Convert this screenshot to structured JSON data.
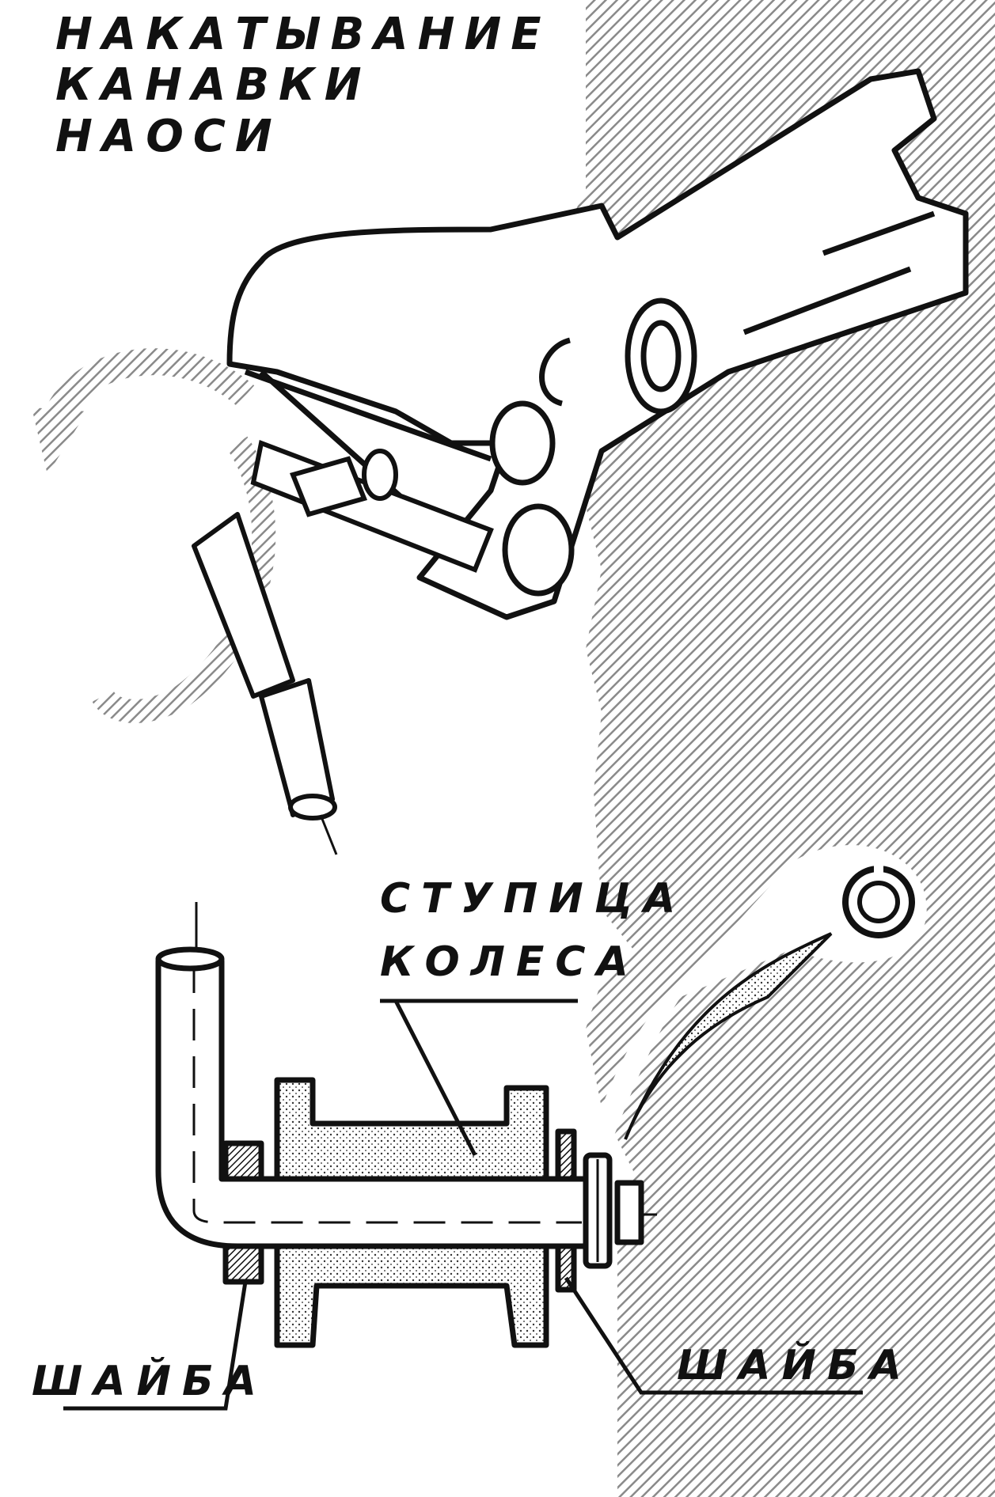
{
  "title": {
    "lines": [
      "НАКАТЫВАНИЕ",
      "КАНАВКИ",
      "НАОСИ"
    ]
  },
  "labels": {
    "hub_line1": "СТУПИЦА",
    "hub_line2": "КОЛЕСА",
    "washer_left": "ШАЙБА",
    "washer_right": "ШАЙБА"
  },
  "colors": {
    "ink": "#111111",
    "hatch": "#8a8a8a",
    "paper": "#ffffff",
    "hub_fill": "#d9d9d9"
  }
}
